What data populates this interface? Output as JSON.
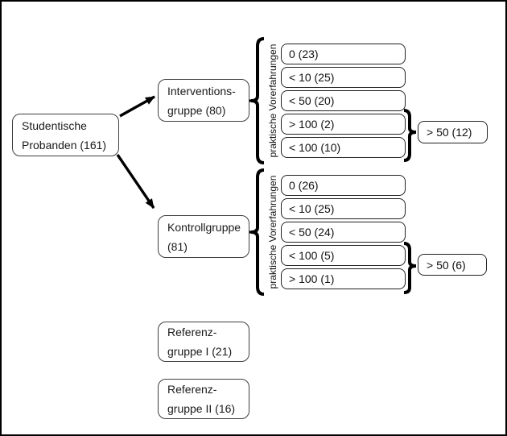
{
  "root": {
    "label": "Studentische\nProbanden (161)"
  },
  "groups": {
    "intervention": {
      "label": "Interventions-\ngruppe (80)",
      "axis_label": "praktische Vorerfahrungen",
      "items": [
        "0 (23)",
        "< 10 (25)",
        "< 50 (20)",
        "> 100 (2)",
        "< 100 (10)"
      ],
      "summary": "> 50 (12)"
    },
    "control": {
      "label": "Kontrollgruppe\n(81)",
      "axis_label": "praktische Vorerfahrungen",
      "items": [
        "0 (26)",
        "< 10 (25)",
        "< 50 (24)",
        "< 100 (5)",
        "> 100 (1)"
      ],
      "summary": "> 50 (6)"
    }
  },
  "references": [
    "Referenz-\ngruppe I (21)",
    "Referenz-\ngruppe II (16)"
  ],
  "colors": {
    "background": "#ffffff",
    "outer_border": "#000000",
    "box_border": "#3f3f3f",
    "item_border": "#222222",
    "line": "#000000",
    "text": "#1a1a1a"
  }
}
